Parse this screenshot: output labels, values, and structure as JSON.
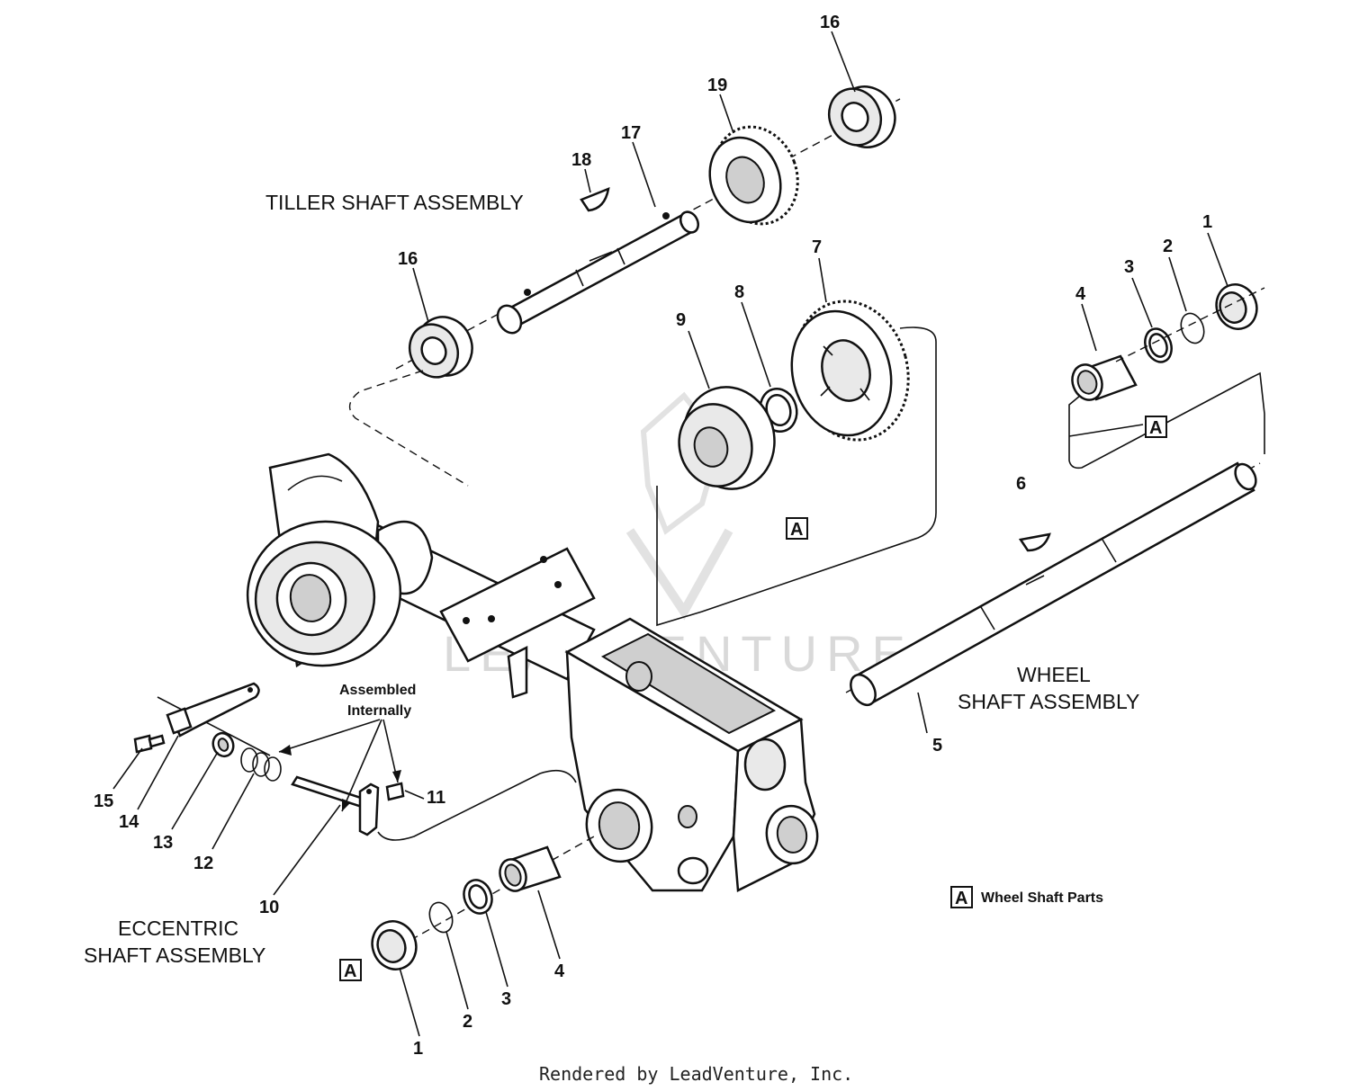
{
  "assemblies": {
    "tiller": "TILLER SHAFT ASSEMBLY",
    "wheel_line1": "WHEEL",
    "wheel_line2": "SHAFT ASSEMBLY",
    "eccentric_line1": "ECCENTRIC",
    "eccentric_line2": "SHAFT ASSEMBLY"
  },
  "note": {
    "line1": "Assembled",
    "line2": "Internally"
  },
  "legend": {
    "marker": "A",
    "text": "Wheel Shaft Parts"
  },
  "callout_marker": "A",
  "watermark": "LEADVENTURE",
  "footer": "Rendered by LeadVenture, Inc.",
  "part_numbers": [
    "16",
    "19",
    "17",
    "18",
    "16",
    "7",
    "8",
    "9",
    "1",
    "2",
    "3",
    "4",
    "6",
    "5",
    "11",
    "15",
    "14",
    "13",
    "12",
    "10",
    "1",
    "2",
    "3",
    "4"
  ]
}
